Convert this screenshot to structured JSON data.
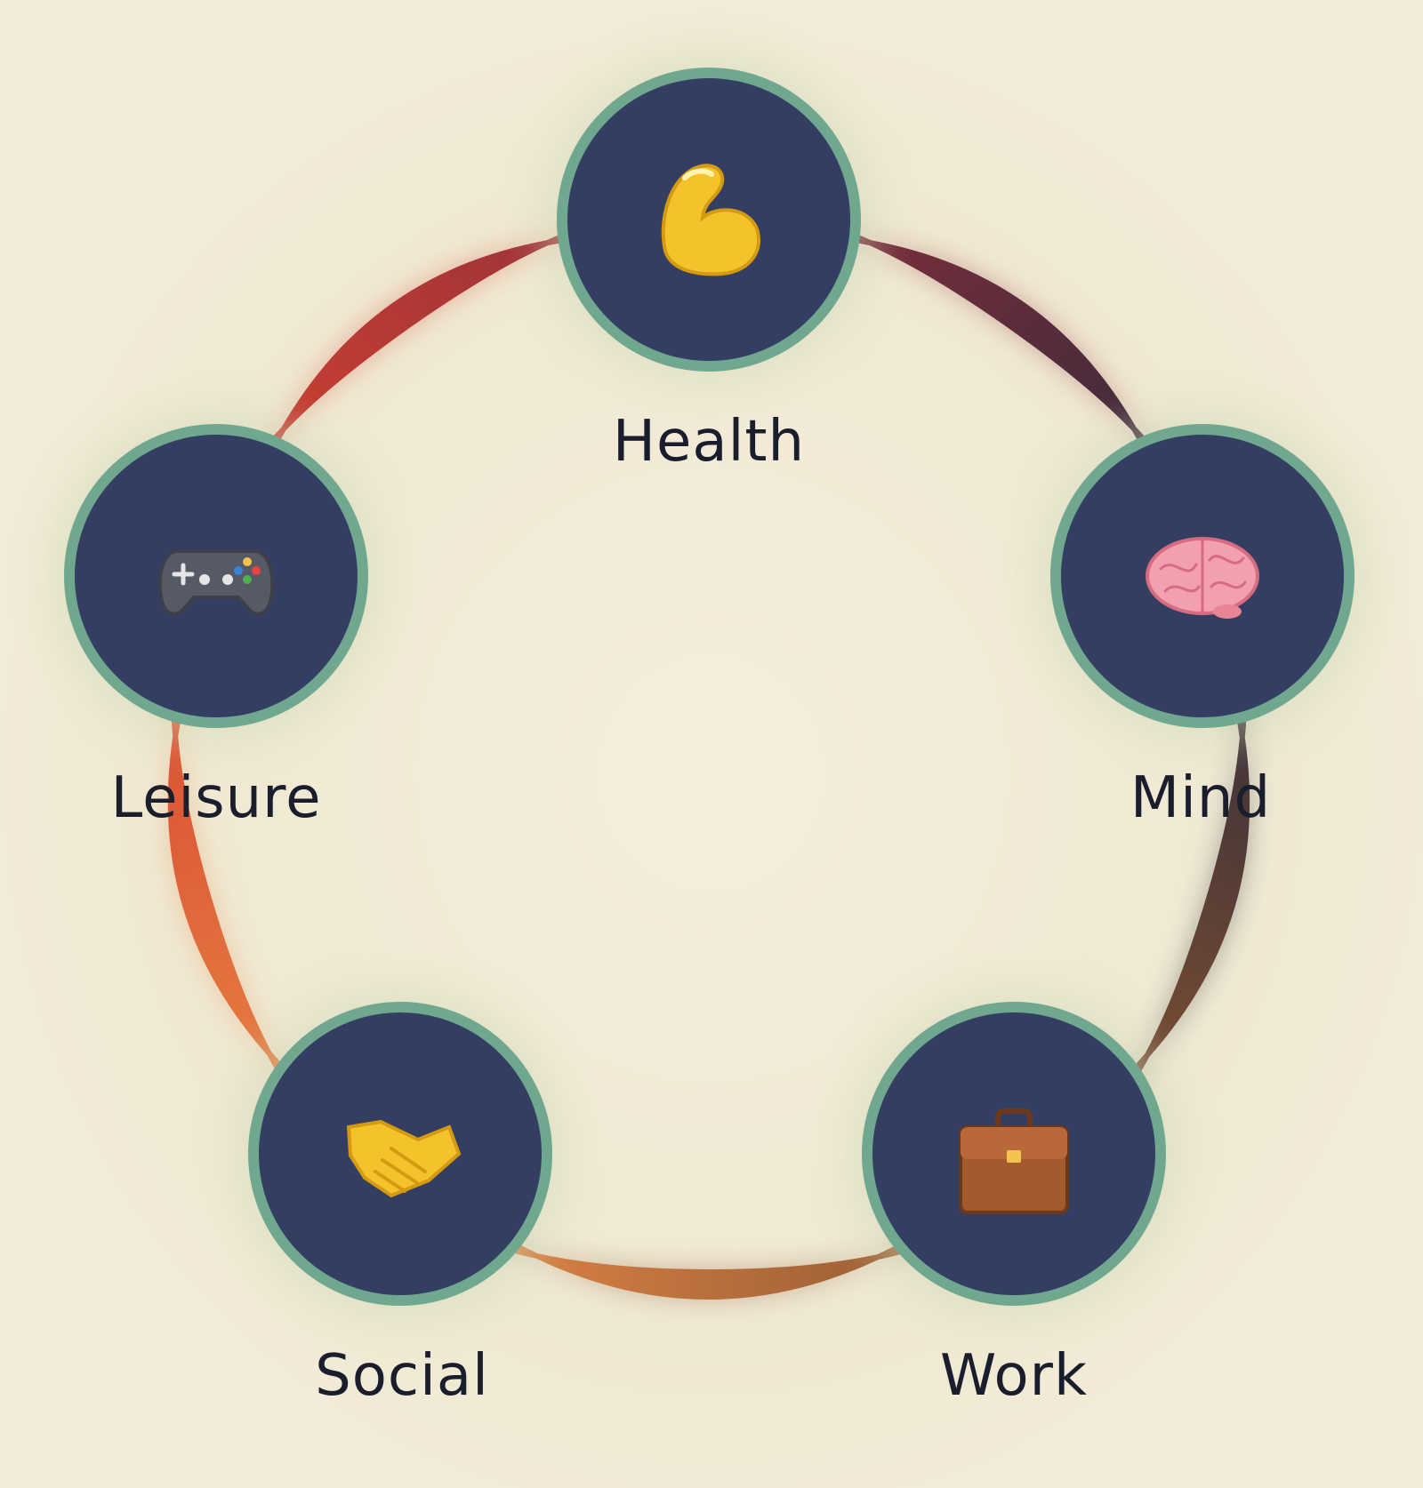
{
  "background_color": "#f3ecd9",
  "node_fill": "#343d62",
  "node_ring": "#6fa88f",
  "label_color": "#1a1e2c",
  "nodes": [
    {
      "id": "health",
      "label": "Health",
      "icon": "flexed-biceps-icon",
      "ribbon_color": "#8e2f3c"
    },
    {
      "id": "mind",
      "label": "Mind",
      "icon": "brain-icon",
      "ribbon_color": "#2c2a3a"
    },
    {
      "id": "work",
      "label": "Work",
      "icon": "briefcase-icon",
      "ribbon_color": "#8a5532"
    },
    {
      "id": "social",
      "label": "Social",
      "icon": "handshake-icon",
      "ribbon_color": "#e98a46"
    },
    {
      "id": "leisure",
      "label": "Leisure",
      "icon": "game-controller-icon",
      "ribbon_color": "#d6432e"
    }
  ]
}
